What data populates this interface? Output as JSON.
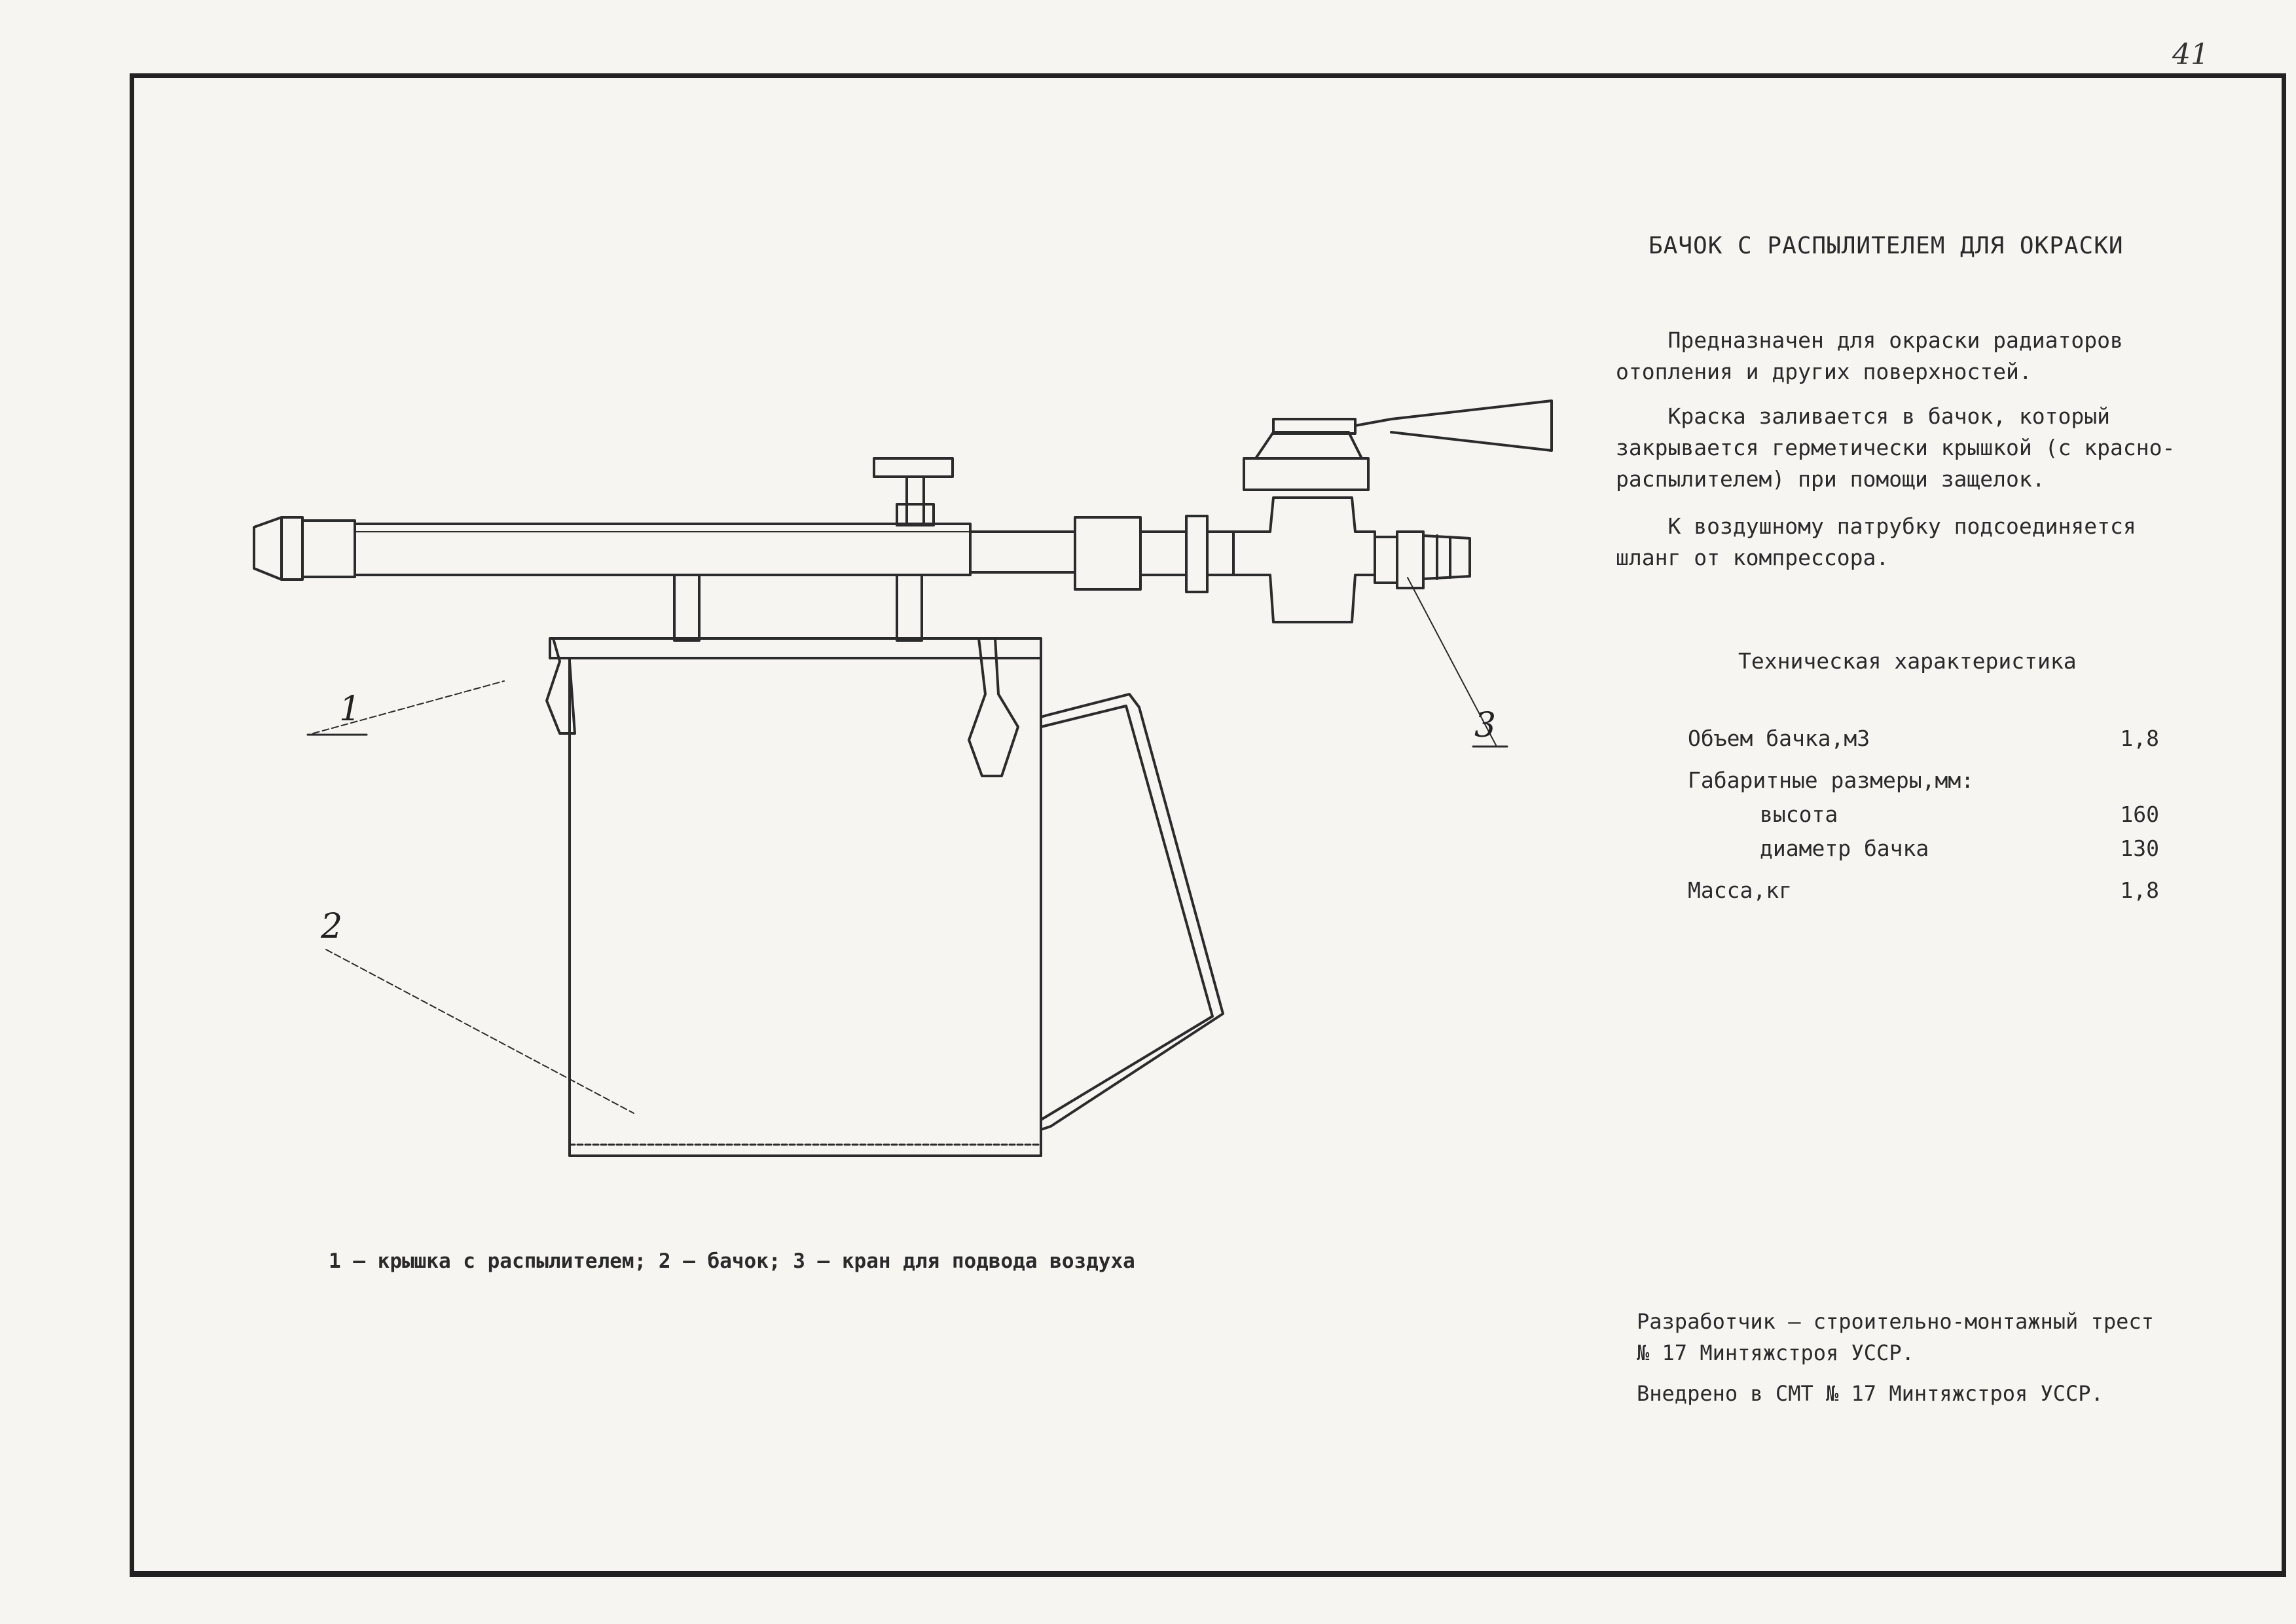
{
  "page_number": "41",
  "title": "БАЧОК С РАСПЫЛИТЕЛЕМ ДЛЯ ОКРАСКИ",
  "description": [
    "    Предназначен для окраски радиаторов\nотопления и других поверхностей.",
    "    Краска заливается в бачок, который\nзакрывается герметически крышкой (с красно-\nраспылителем) при помощи защелок.",
    "    К воздушному патрубку подсоединяется\nшланг от компрессора."
  ],
  "tech_heading": "Техническая характеристика",
  "tech_specs": [
    {
      "label": "Объем бачка,м3",
      "value": "1,8"
    },
    {
      "label": "Габаритные размеры,мм:",
      "value": ""
    },
    {
      "label": "высота",
      "value": "160"
    },
    {
      "label": "диаметр бачка",
      "value": "130"
    },
    {
      "label": "Масса,кг",
      "value": "1,8"
    }
  ],
  "callouts": [
    "1",
    "2",
    "3"
  ],
  "caption": "1 – крышка с распылителем; 2 – бачок; 3 – кран для подвода воздуха",
  "footer": [
    "Разработчик – строительно-монтажный трест\n№ 17 Минтяжстроя УССР.",
    "Внедрено в СМТ № 17 Минтяжстроя УССР."
  ]
}
